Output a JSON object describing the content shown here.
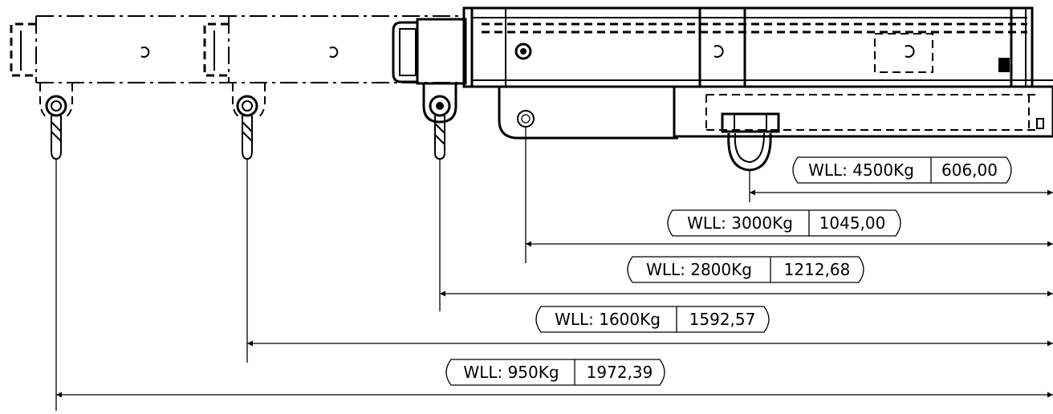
{
  "dimensions": [
    {
      "id": "d1",
      "wll": "WLL: 4500Kg",
      "distance": "606,00"
    },
    {
      "id": "d2",
      "wll": "WLL: 3000Kg",
      "distance": "1045,00"
    },
    {
      "id": "d3",
      "wll": "WLL: 2800Kg",
      "distance": "1212,68"
    },
    {
      "id": "d4",
      "wll": "WLL: 1600Kg",
      "distance": "1592,57"
    },
    {
      "id": "d5",
      "wll": "WLL: 950Kg",
      "distance": "1972,39"
    }
  ]
}
